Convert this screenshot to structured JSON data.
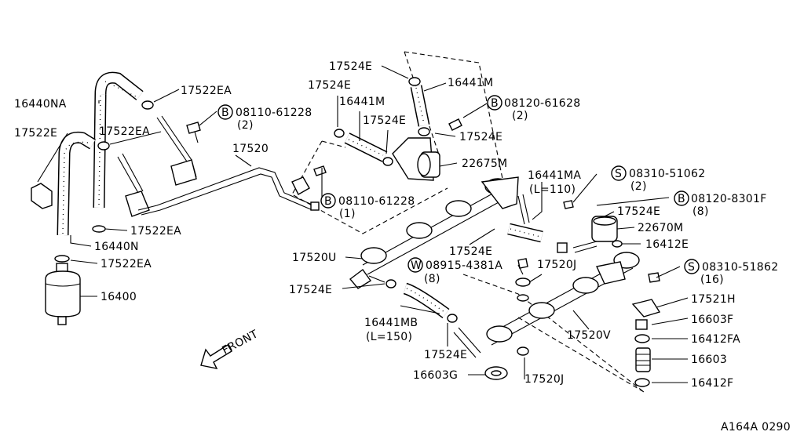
{
  "diagram": {
    "footer_code": "A164A 0290",
    "direction_label": "FRONT",
    "parts": [
      {
        "id": "p1",
        "text": "17524E"
      },
      {
        "id": "p2",
        "text": "16441M"
      },
      {
        "id": "p3",
        "text": "17524E"
      },
      {
        "id": "p4",
        "text": "16441M"
      },
      {
        "id": "p5",
        "text": "B",
        "circle": true
      },
      {
        "id": "p6",
        "text": "08120-61628"
      },
      {
        "id": "p7",
        "text": "(2)"
      },
      {
        "id": "p8",
        "text": "17524E"
      },
      {
        "id": "p9",
        "text": "17524E"
      },
      {
        "id": "p10",
        "text": "22675M"
      },
      {
        "id": "p11",
        "text": "16440NA"
      },
      {
        "id": "p12",
        "text": "17522EA"
      },
      {
        "id": "p13",
        "text": "B",
        "circle": true
      },
      {
        "id": "p14",
        "text": "08110-61228"
      },
      {
        "id": "p15",
        "text": "(2)"
      },
      {
        "id": "p16",
        "text": "17522E"
      },
      {
        "id": "p17",
        "text": "17522EA"
      },
      {
        "id": "p18",
        "text": "17520"
      },
      {
        "id": "p19",
        "text": "16441MA"
      },
      {
        "id": "p20",
        "text": "(L=110)"
      },
      {
        "id": "p21",
        "text": "S",
        "circle": true
      },
      {
        "id": "p22",
        "text": "08310-51062"
      },
      {
        "id": "p23",
        "text": "(2)"
      },
      {
        "id": "p24",
        "text": "B",
        "circle": true
      },
      {
        "id": "p25",
        "text": "08110-61228"
      },
      {
        "id": "p26",
        "text": "(1)"
      },
      {
        "id": "p27",
        "text": "B",
        "circle": true
      },
      {
        "id": "p28",
        "text": "08120-8301F"
      },
      {
        "id": "p29",
        "text": "(8)"
      },
      {
        "id": "p30",
        "text": "17524E"
      },
      {
        "id": "p31",
        "text": "22670M"
      },
      {
        "id": "p32",
        "text": "17522EA"
      },
      {
        "id": "p33",
        "text": "16412E"
      },
      {
        "id": "p34",
        "text": "16440N"
      },
      {
        "id": "p35",
        "text": "17520U"
      },
      {
        "id": "p36",
        "text": "17524E"
      },
      {
        "id": "p37",
        "text": "17522EA"
      },
      {
        "id": "p38",
        "text": "W",
        "circle": true
      },
      {
        "id": "p39",
        "text": "08915-4381A"
      },
      {
        "id": "p40",
        "text": "(8)"
      },
      {
        "id": "p41",
        "text": "17520J"
      },
      {
        "id": "p42",
        "text": "S",
        "circle": true
      },
      {
        "id": "p43",
        "text": "08310-51862"
      },
      {
        "id": "p44",
        "text": "(16)"
      },
      {
        "id": "p45",
        "text": "16400"
      },
      {
        "id": "p46",
        "text": "17524E"
      },
      {
        "id": "p47",
        "text": "17521H"
      },
      {
        "id": "p48",
        "text": "16603F"
      },
      {
        "id": "p49",
        "text": "16441MB"
      },
      {
        "id": "p50",
        "text": "(L=150)"
      },
      {
        "id": "p51",
        "text": "17520V"
      },
      {
        "id": "p52",
        "text": "16412FA"
      },
      {
        "id": "p53",
        "text": "17524E"
      },
      {
        "id": "p54",
        "text": "16603"
      },
      {
        "id": "p55",
        "text": "16603G"
      },
      {
        "id": "p56",
        "text": "17520J"
      },
      {
        "id": "p57",
        "text": "16412F"
      }
    ]
  }
}
